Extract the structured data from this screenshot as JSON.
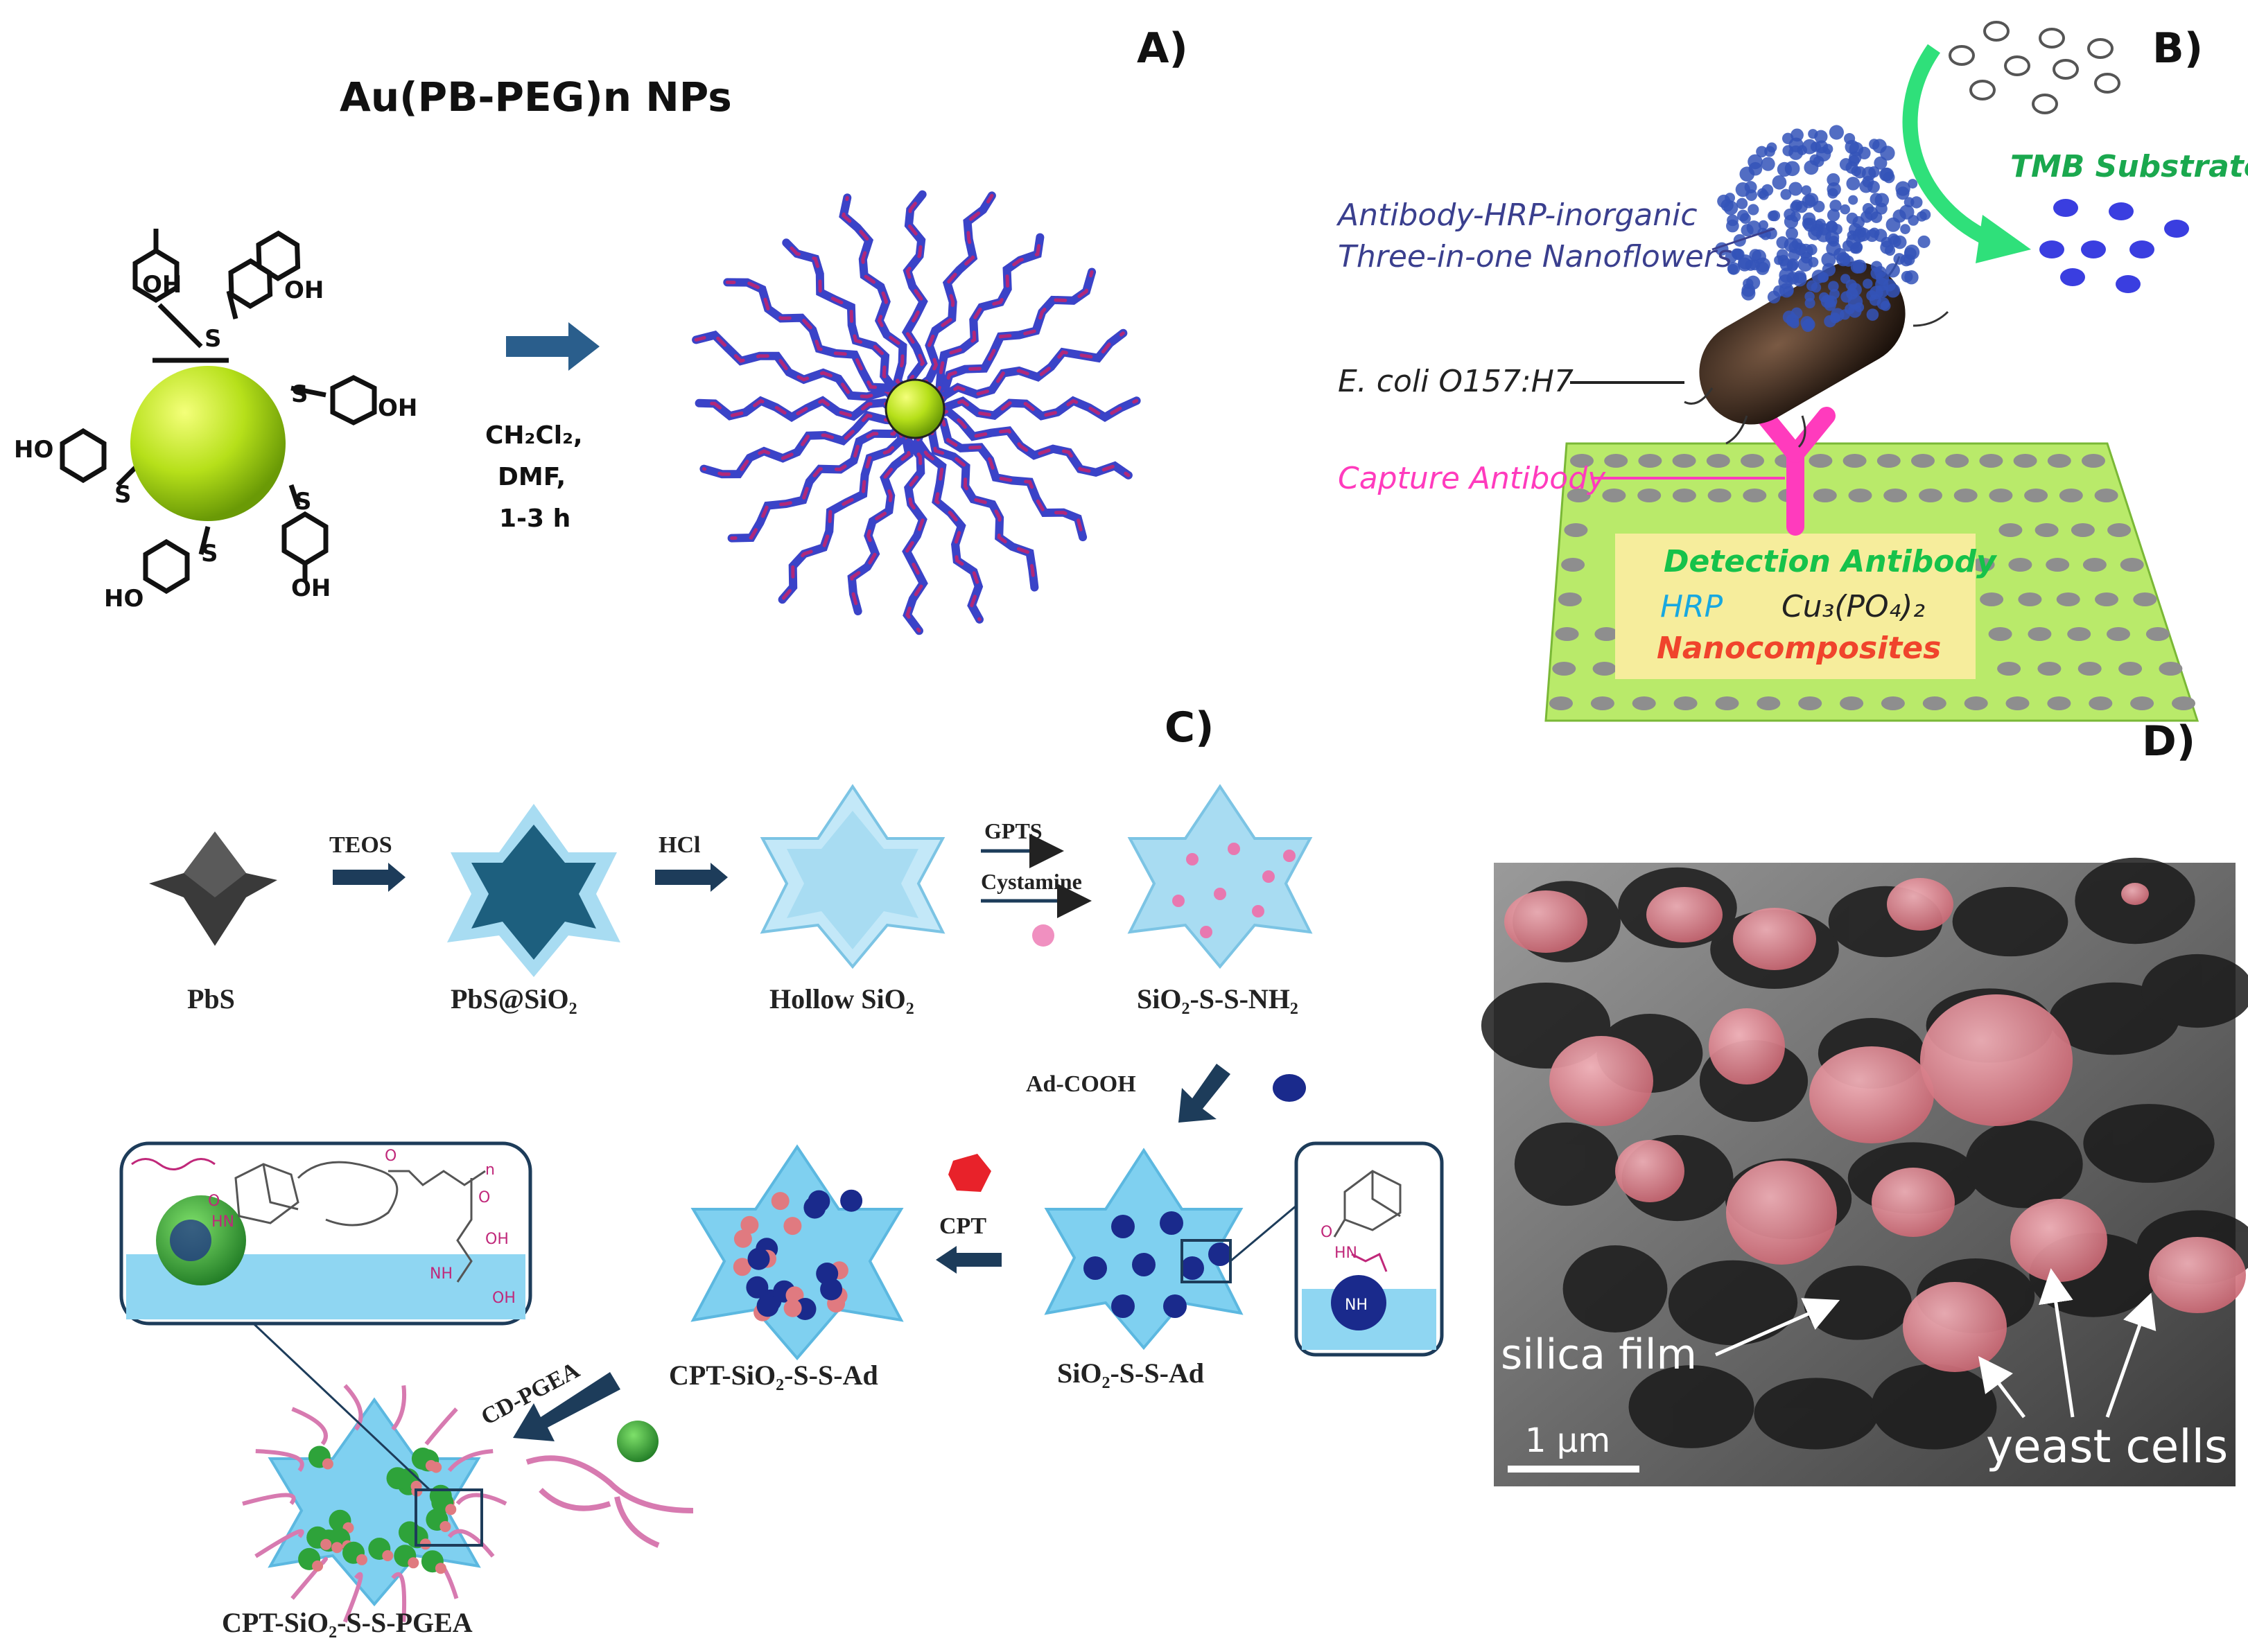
{
  "panels": {
    "a": {
      "label": "A)",
      "title": "Au(PB-PEG)n NPs",
      "ligand_oh": "OH",
      "ligand_ho": "HO",
      "ligand_s": "S",
      "conditions": [
        "CH₂Cl₂,",
        "DMF,",
        "1-3 h"
      ]
    },
    "b": {
      "label": "B)",
      "tmb": "TMB Substrate",
      "nanoflowers_line1": "Antibody-HRP-inorganic",
      "nanoflowers_line2": "Three-in-one Nanoflowers",
      "ecoli": "E. coli O157:H7",
      "capture": "Capture Antibody",
      "detection": "Detection Antibody",
      "hrp": "HRP",
      "cu": "Cu₃(PO₄)₂",
      "nanocomposites": "Nanocomposites"
    },
    "c": {
      "label": "C)",
      "pbs": "PbS",
      "teos": "TEOS",
      "pbs_sio2": "PbS@SiO₂",
      "hcl": "HCl",
      "hollow": "Hollow SiO₂",
      "gpts": "GPTS",
      "cystamine": "Cystamine",
      "sio2_nh2": "SiO₂-S-S-NH₂",
      "ad_cooh": "Ad-COOH",
      "sio2_ad": "SiO₂-S-S-Ad",
      "cpt": "CPT",
      "cpt_sio2_ad": "CPT-SiO₂-S-S-Ad",
      "cd_pgea": "CD-PGEA",
      "cpt_pgea": "CPT-SiO₂-S-S-PGEA",
      "hn": "HN",
      "o": "O",
      "n": "n",
      "oh": "OH",
      "nh": "NH"
    },
    "d": {
      "label": "D)",
      "silica_film": "silica film",
      "yeast_cells": "yeast cells",
      "scale": "1 µm"
    }
  },
  "colors": {
    "gold_np": "#b6e01a",
    "peg_blue": "#3a43c8",
    "peg_pink": "#b0287a",
    "arrow_blue": "#2a5e8c",
    "nanoflower": "#3454b8",
    "capture_pink": "#ff3bbd",
    "grid_green": "#b9ea6a",
    "detection_green": "#16c24a",
    "hrp_cyan": "#18a8e0",
    "nanocomp_red": "#f0442c",
    "silica_light": "#a8dcf2",
    "silica_dark": "#1d5f7e",
    "ad_navy": "#1a2a8c",
    "cpt_red": "#e8222a",
    "pgea_pink": "#d77ab0",
    "cd_green": "#2ea33a",
    "yeast_pink": "#e88a96"
  }
}
